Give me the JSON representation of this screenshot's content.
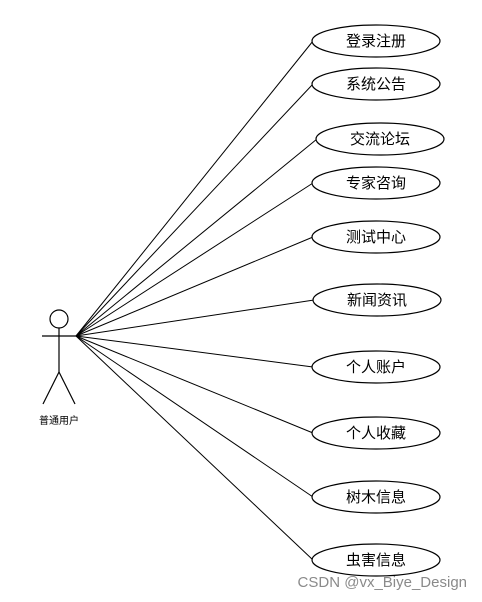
{
  "actor": {
    "label": "普通用户"
  },
  "use_cases": [
    {
      "label": "登录注册"
    },
    {
      "label": "系统公告"
    },
    {
      "label": "交流论坛"
    },
    {
      "label": "专家咨询"
    },
    {
      "label": "测试中心"
    },
    {
      "label": "新闻资讯"
    },
    {
      "label": "个人账户"
    },
    {
      "label": "个人收藏"
    },
    {
      "label": "树木信息"
    },
    {
      "label": "虫害信息"
    }
  ],
  "watermark": "CSDN @vx_Biye_Design"
}
